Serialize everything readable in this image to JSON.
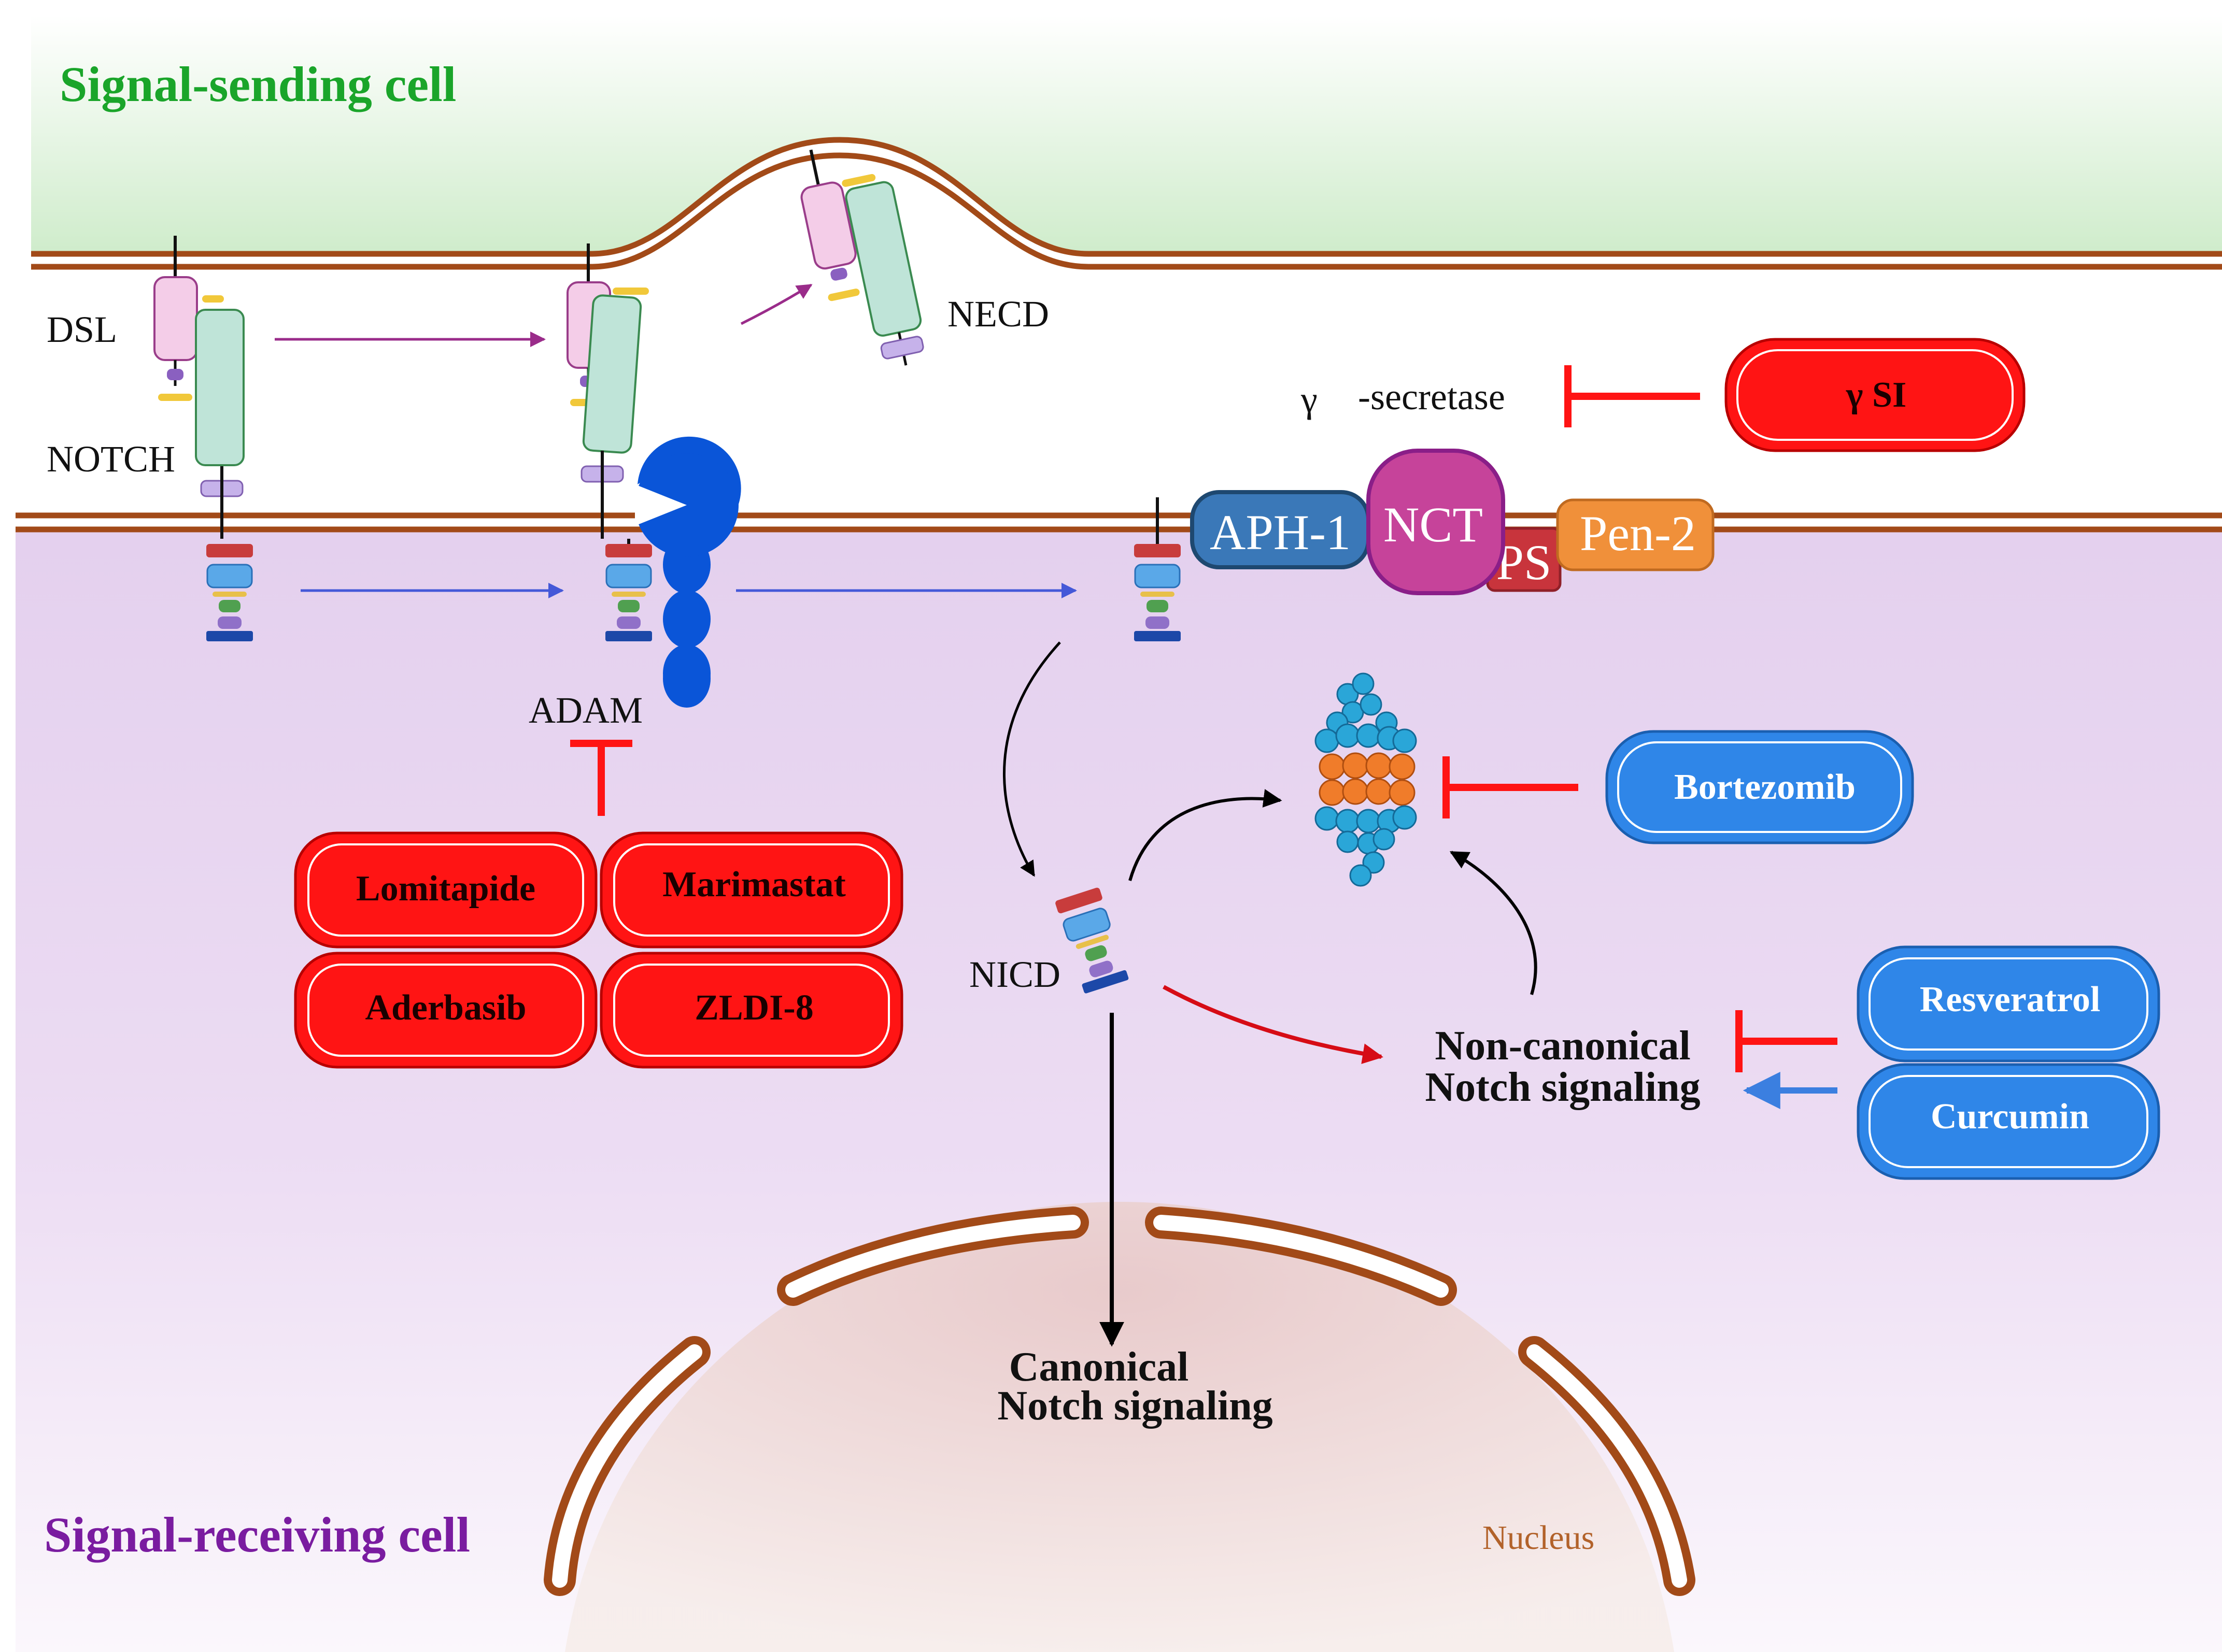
{
  "cells": {
    "sending": "Signal-sending cell",
    "receiving": "Signal-receiving cell",
    "nucleus": "Nucleus"
  },
  "labels": {
    "dsl": "DSL",
    "notch": "NOTCH",
    "necd": "NECD",
    "adam": "ADAM",
    "gamma_symbol": "γ",
    "gamma_secretase": "-secretase",
    "nicd": "NICD"
  },
  "complex": {
    "aph1": "APH-1",
    "nct": "NCT",
    "ps": "PS",
    "pen2": "Pen-2"
  },
  "adam_inhibitors": {
    "lomitapide": "Lomitapide",
    "marimastat": "Marimastat",
    "aderbasib": "Aderbasib",
    "zldi8": "ZLDI-8"
  },
  "gamma_inhibitor": "γ SI",
  "proteasome_inhibitor": "Bortezomib",
  "noncanonical_modulators": {
    "resveratrol": "Resveratrol",
    "curcumin": "Curcumin"
  },
  "pathways": {
    "noncanonical_line1": "Non-canonical",
    "noncanonical_line2": "Notch signaling",
    "canonical_line1": "Canonical",
    "canonical_line2": "Notch signaling"
  },
  "colors": {
    "membrane": "#a24a18",
    "sending_bg": "#d6efd2",
    "receiving_bg": "#ead8f0",
    "inhibitor_red": "#ff1414",
    "activator_blue": "#2f86e8",
    "adam_blue": "#0a55d8"
  }
}
